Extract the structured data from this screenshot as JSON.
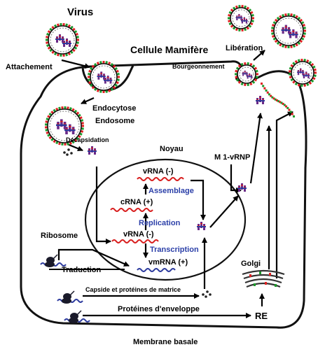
{
  "title": "Virus",
  "cell_label": "Cellule Mamifère",
  "steps": {
    "attachment": "Attachement",
    "endocytosis": "Endocytose",
    "endosome": "Endosome",
    "uncoating": "Décapsidation",
    "nucleus": "Noyau",
    "ribosome": "Ribosome",
    "translation": "Traduction",
    "m1_vrnp": "M 1-vRNP",
    "golgi": "Golgi",
    "er": "RE",
    "budding": "Bourgeonnement",
    "release": "Libération",
    "basal_membrane": "Membrane basale"
  },
  "nucleus_rna": {
    "vrna_top": "vRNA (-)",
    "assembly": "Assemblage",
    "crna": "cRNA (+)",
    "replication": "Replication",
    "vrna_mid": "vRNA (-)",
    "transcription": "Transcription",
    "vmrna": "vmRNA (+)"
  },
  "proteins": {
    "capsid_matrix": "Capside et protéines de matrice",
    "envelope": "Protéines d'enveloppe"
  },
  "colors": {
    "rna_red": "#d81e1e",
    "rna_blue": "#2d3b9e",
    "spike_red": "#e02020",
    "spike_green": "#1c9a2a",
    "rnp_purple": "#6a2a88",
    "label_blue": "#2b3fa8"
  }
}
